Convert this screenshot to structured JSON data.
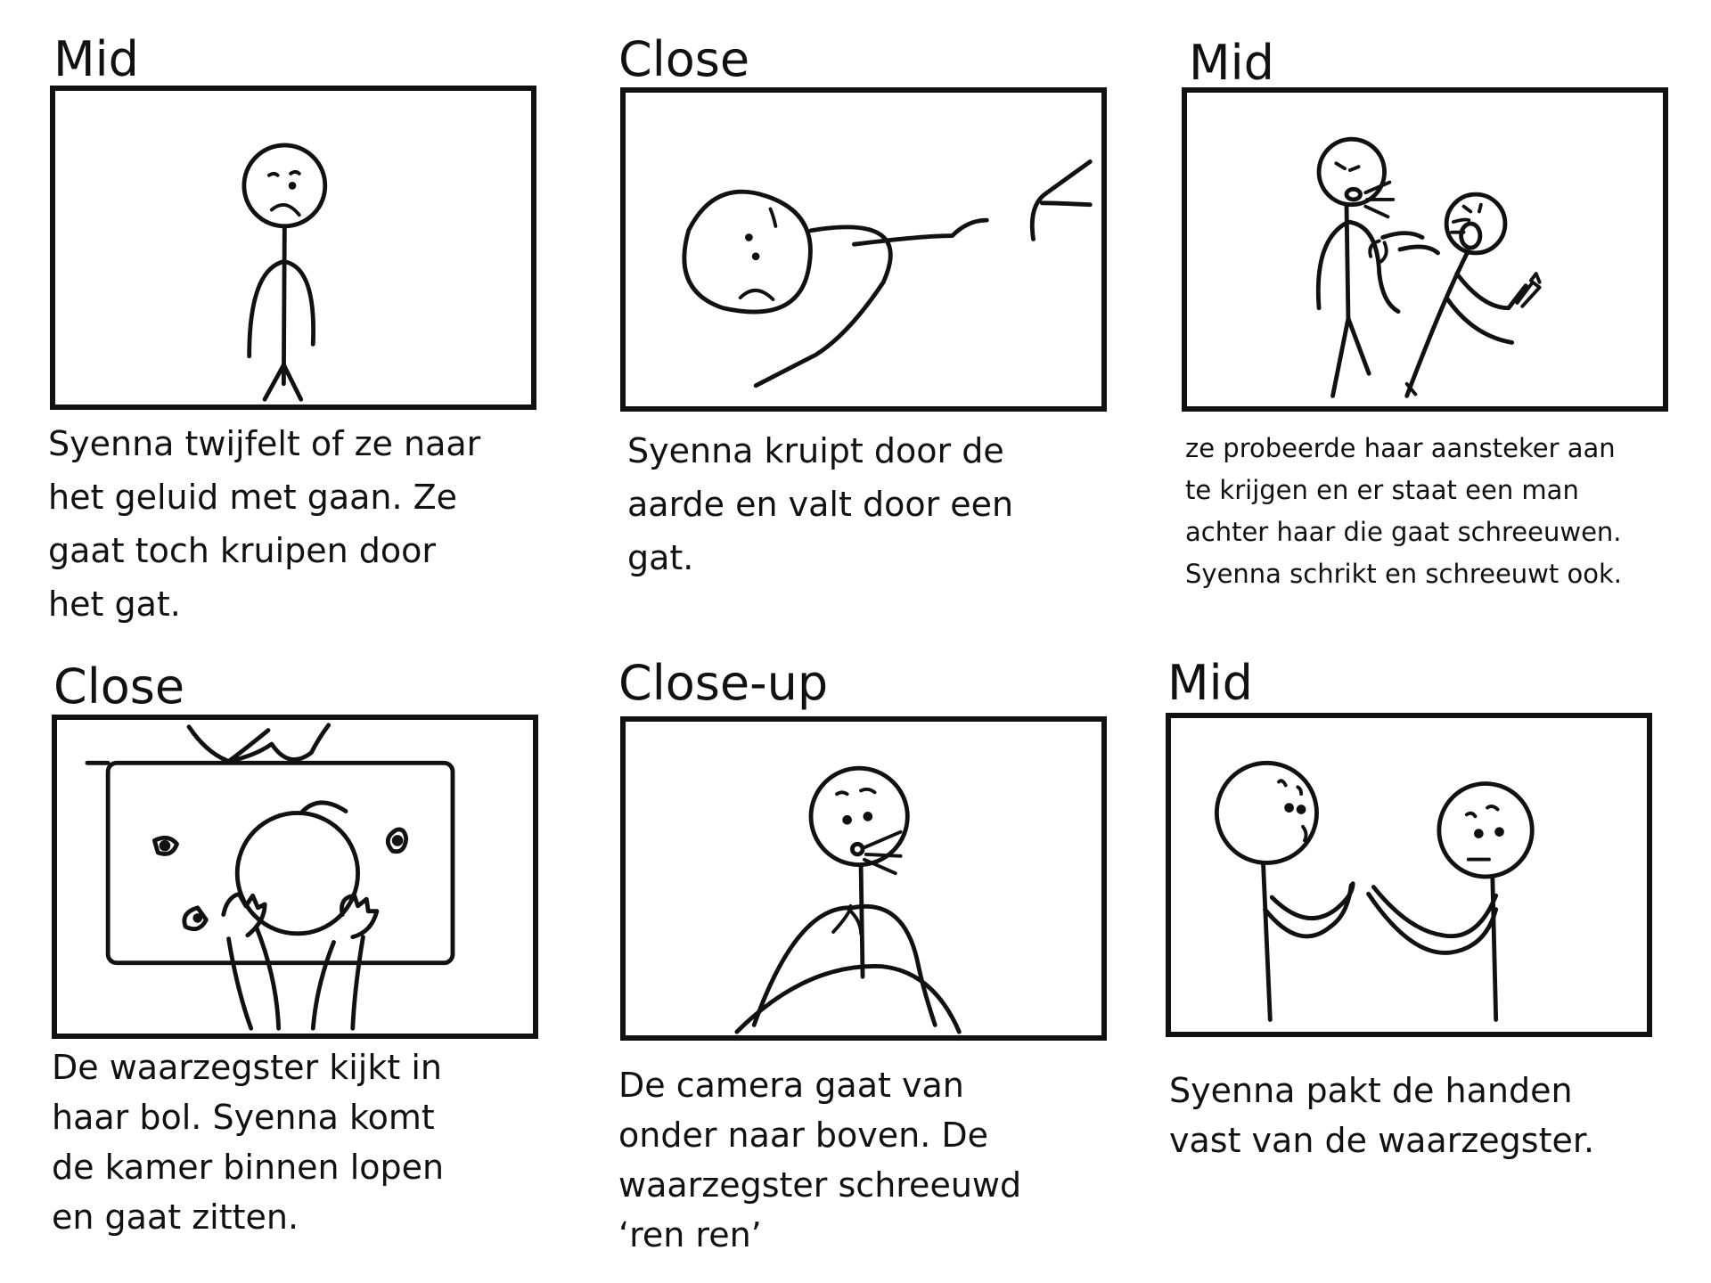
{
  "panels": [
    {
      "shot": "Mid",
      "caption": "Syenna twijfelt of ze naar\nhet geluid met gaan. Ze\ngaat toch kruipen door\nhet gat."
    },
    {
      "shot": "Close",
      "caption": "Syenna kruipt door de\naarde en valt door een\ngat."
    },
    {
      "shot": "Mid",
      "caption": "ze probeerde haar aansteker aan\nte krijgen en er staat een man\nachter haar die gaat schreeuwen.\nSyenna schrikt en schreeuwt ook."
    },
    {
      "shot": "Close",
      "caption": "De waarzegster kijkt in\nhaar bol. Syenna komt\nde kamer binnen lopen\nen gaat zitten."
    },
    {
      "shot": "Close-up",
      "caption": "De camera gaat van\nonder naar boven. De\nwaarzegster schreeuwd\n‘ren ren’"
    },
    {
      "shot": "Mid",
      "caption": "Syenna pakt de handen\nvast van de waarzegster."
    }
  ]
}
